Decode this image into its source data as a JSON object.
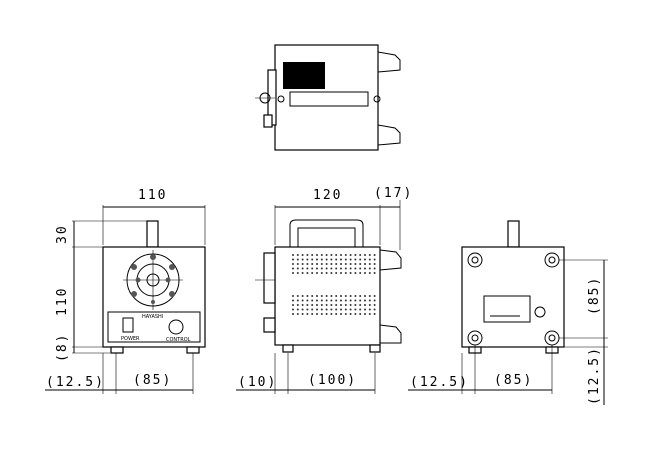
{
  "front_view": {
    "brand": "HAYASHI",
    "switch_label": "POWER",
    "knob_label": "CONTROL",
    "dims": {
      "width": "110",
      "handle_height": "30",
      "body_height": "110",
      "foot_height": "(8)",
      "foot_offset": "(12.5)",
      "foot_pitch": "(85)"
    }
  },
  "side_view": {
    "dims": {
      "depth": "120",
      "rear_protrusion": "(17)",
      "front_offset": "(10)",
      "foot_pitch": "(100)"
    }
  },
  "back_view": {
    "dims": {
      "foot_offset": "(12.5)",
      "foot_pitch": "(85)",
      "vertical_pitch": "(85)",
      "vertical_offset": "(12.5)"
    }
  }
}
